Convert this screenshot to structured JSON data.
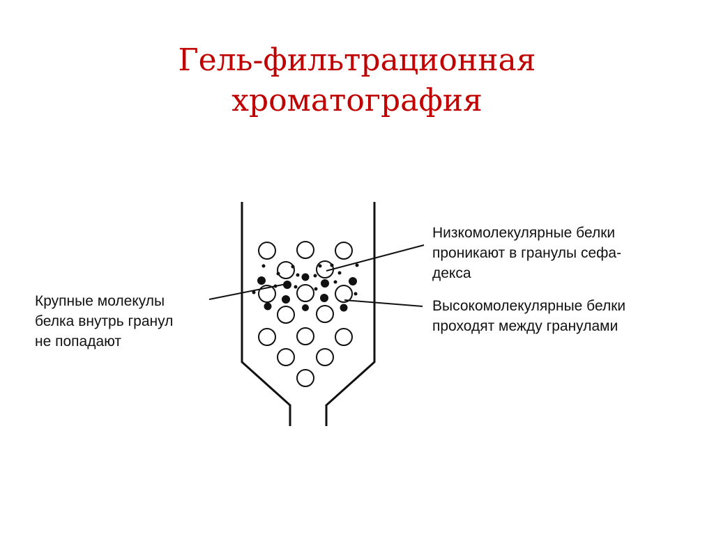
{
  "title": {
    "line1": "Гель-фильтрационная",
    "line2": "хроматография"
  },
  "labels": {
    "low_mw": {
      "line1": "Низкомолекулярные белки",
      "line2": "проникают в гранулы сефа-",
      "line3": "декса"
    },
    "high_mw": {
      "line1": "Высокомолекулярные белки",
      "line2": "проходят между гранулами"
    },
    "large_molecules": {
      "line1": "Крупные молекулы",
      "line2": "белка внутрь гранул",
      "line3": "не попадают"
    }
  },
  "colors": {
    "title": "#c00000",
    "line": "#111111"
  }
}
